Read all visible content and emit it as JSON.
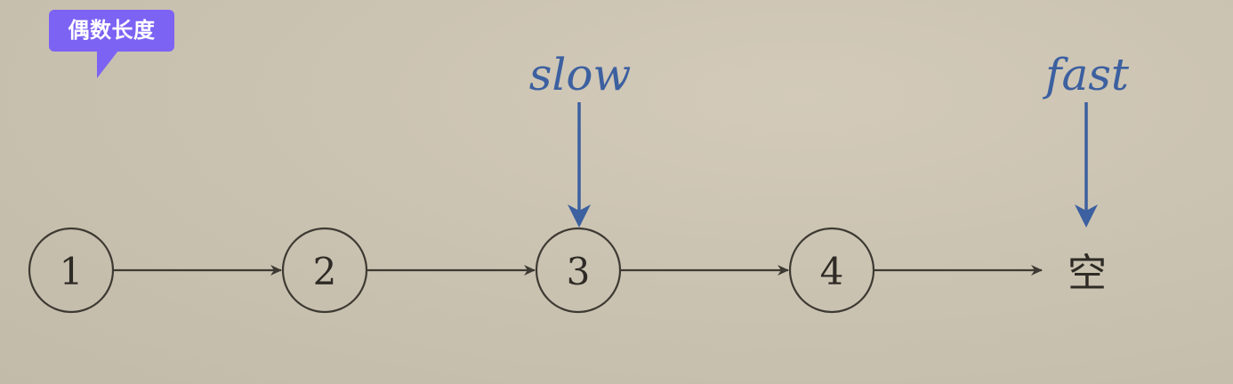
{
  "badge": {
    "label": "偶数长度",
    "color": "#7c63f3"
  },
  "diagram": {
    "nodes": [
      "1",
      "2",
      "3",
      "4"
    ],
    "null_label": "空",
    "pointers": [
      {
        "label": "slow",
        "target": "node-3"
      },
      {
        "label": "fast",
        "target": "null"
      }
    ],
    "colors": {
      "node_stroke": "#3d3a33",
      "link_stroke": "#3d3a33",
      "pointer": "#3c60a0"
    }
  }
}
